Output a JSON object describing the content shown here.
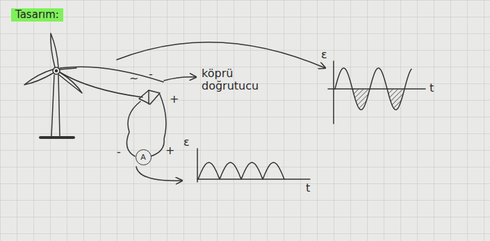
{
  "diagram": {
    "title": "Tasarım:",
    "nodes": [
      {
        "text": [
          "A"
        ]
      }
    ],
    "labels": [
      "~",
      "-",
      "+",
      "köprü doğrutucu",
      "ε",
      "t",
      "-",
      "+",
      "ε",
      "t"
    ]
  }
}
